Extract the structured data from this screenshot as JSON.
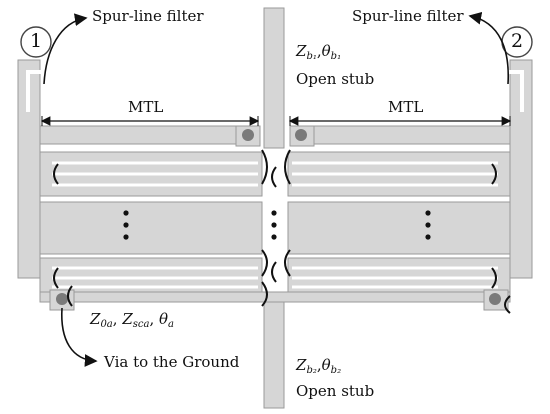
{
  "labels": {
    "spur_left": "Spur-line filter",
    "spur_right": "Spur-line filter",
    "port1": "1",
    "port2": "2",
    "mtl_left": "MTL",
    "mtl_right": "MTL",
    "open_stub_top": "Open stub",
    "open_stub_bottom": "Open stub",
    "via_ground": "Via to the Ground"
  },
  "math": {
    "stub_top": {
      "z": "Z",
      "z_sub": "b₁",
      "sep": ",",
      "theta": "θ",
      "theta_sub": "b₁"
    },
    "stub_bottom": {
      "z": "Z",
      "z_sub": "b₂",
      "sep": ",",
      "theta": "θ",
      "theta_sub": "b₂"
    },
    "line_params": {
      "z0": "Z",
      "z0_sub": "0a",
      "sep1": ", ",
      "zsc": "Z",
      "zsc_sub": "sca",
      "sep2": ", ",
      "theta": "θ",
      "theta_sub": "a"
    }
  },
  "colors": {
    "substrate_fill": "#d6d6d6",
    "substrate_stroke": "#9a9a9a",
    "via_fill": "#7a7a7a",
    "ink": "#111111"
  }
}
